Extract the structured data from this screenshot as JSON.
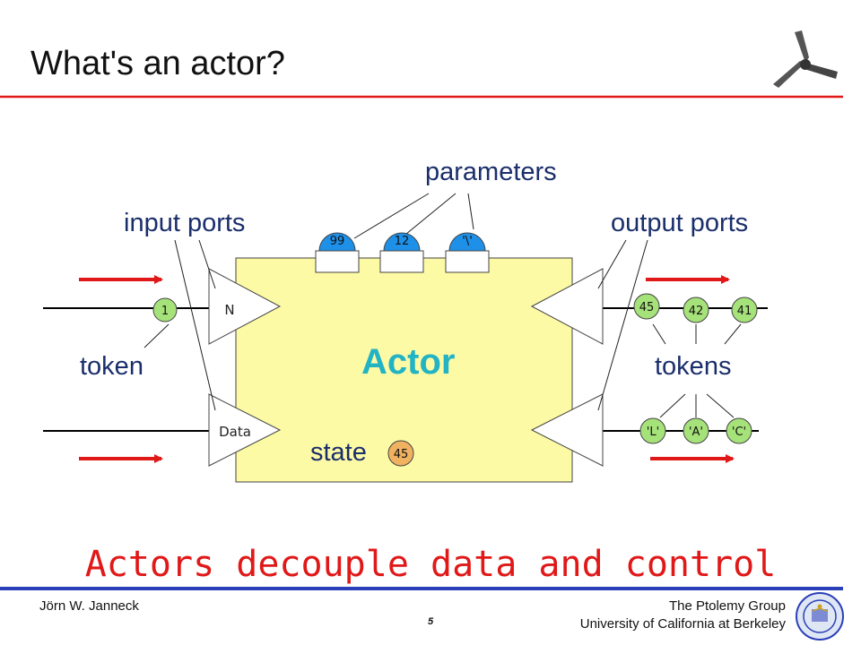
{
  "title": "What's an actor?",
  "labels": {
    "parameters": "parameters",
    "input_ports": "input ports",
    "output_ports": "output ports",
    "token": "token",
    "tokens": "tokens",
    "actor": "Actor",
    "state": "state"
  },
  "input_ports": [
    {
      "label": "N"
    },
    {
      "label": "Data"
    }
  ],
  "parameters": [
    "99",
    "12",
    "'\\'"
  ],
  "input_token": "1",
  "output_tokens_top": [
    "45",
    "42",
    "41"
  ],
  "output_tokens_bottom": [
    "'L'",
    "'A'",
    "'C'"
  ],
  "state_value": "45",
  "tagline": "Actors decouple data and control",
  "footer": {
    "author": "Jörn W. Janneck",
    "group": "The Ptolemy Group",
    "university": "University of California at Berkeley",
    "page": "5"
  },
  "colors": {
    "header_line": "#e01818",
    "footer_line": "#2a3fb8",
    "actor_fill": "#fdfaa6",
    "parameter_fill": "#1e90e8",
    "token_fill": "#a6e27a",
    "state_fill": "#f0b260",
    "arrow": "#e01818",
    "tagline": "#e01818",
    "label_text": "#1a2e6b",
    "actor_text": "#22b3c4"
  }
}
